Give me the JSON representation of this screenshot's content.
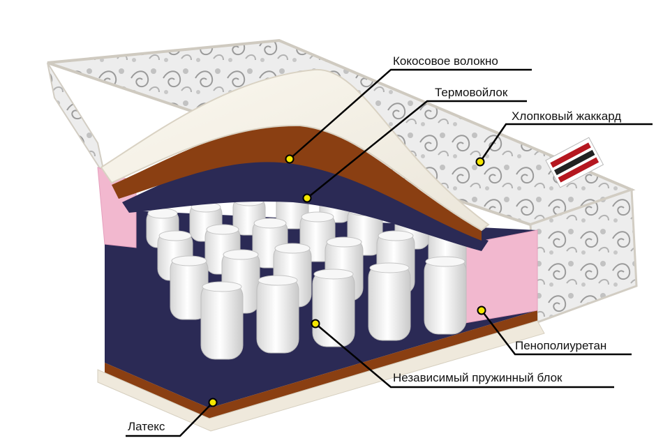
{
  "labels": {
    "coconut": "Кокосовое волокно",
    "felt": "Термовойлок",
    "jacquard": "Хлопковый жаккард",
    "foam": "Пенополиуретан",
    "springs": "Независимый пружинный блок",
    "latex": "Латекс"
  },
  "colors": {
    "coconut": "#8a3f12",
    "felt": "#2b2a55",
    "foam": "#f2b8cf",
    "marker": "#f4e600",
    "line": "#000000"
  }
}
